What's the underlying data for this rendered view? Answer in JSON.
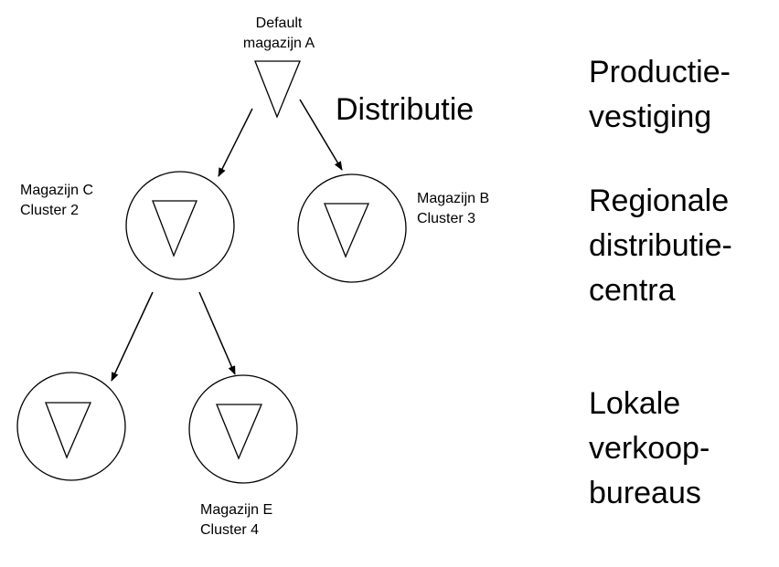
{
  "labels": {
    "default_line1": "Default",
    "default_line2": "magazijn A",
    "distributie": "Distributie",
    "c_line1": "Magazijn C",
    "c_line2": "Cluster 2",
    "b_line1": "Magazijn B",
    "b_line2": "Cluster 3",
    "e_line1": "Magazijn E",
    "e_line2": "Cluster 4"
  },
  "levels": {
    "production": [
      "Productie-",
      "vestiging"
    ],
    "regional": [
      "Regionale",
      "distributie-",
      "centra"
    ],
    "local": [
      "Lokale",
      "verkoop-",
      "bureaus"
    ]
  }
}
